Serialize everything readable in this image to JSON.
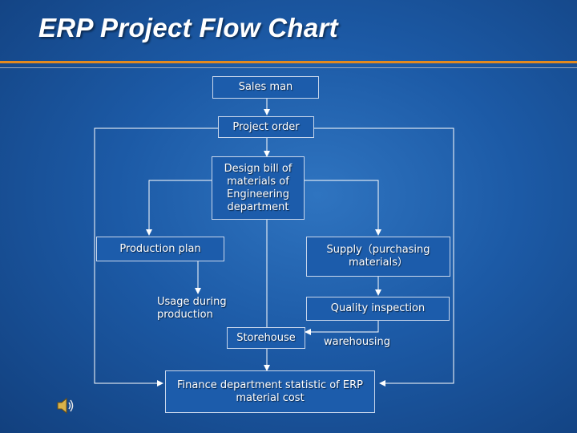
{
  "slide": {
    "title": "ERP Project Flow Chart"
  },
  "nodes": {
    "sales_man": "Sales man",
    "project_order": "Project order",
    "design_bom": "Design bill of materials of Engineering department",
    "production_plan": "Production plan",
    "supply": "Supply（purchasing materials）",
    "usage": "Usage during production",
    "quality": "Quality inspection",
    "storehouse": "Storehouse",
    "warehousing": "warehousing",
    "finance": "Finance department statistic of ERP material cost"
  },
  "colors": {
    "background": "#1c5aa6",
    "accent_rule": "#e48a1e",
    "text": "#ffffff"
  },
  "icons": {
    "audio": "speaker-icon"
  }
}
